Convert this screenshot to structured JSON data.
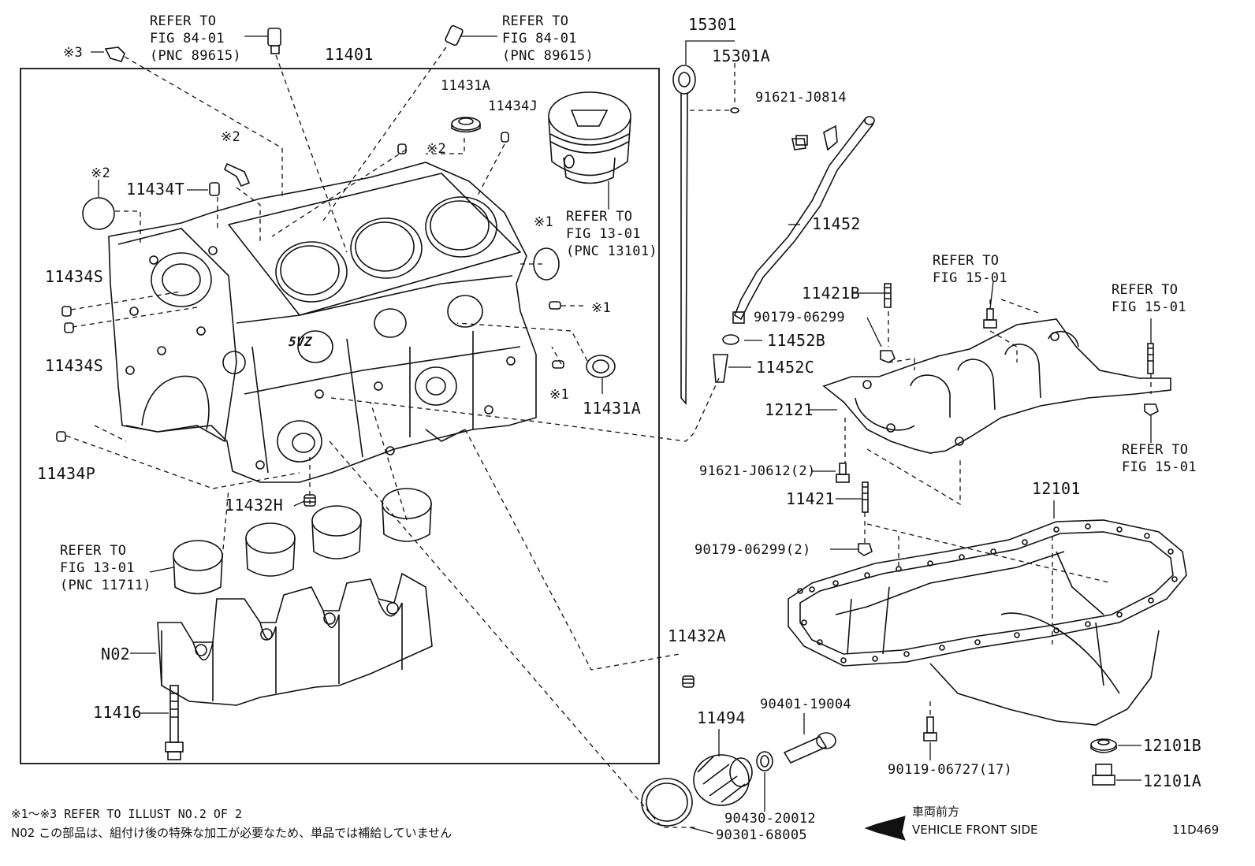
{
  "diagram": {
    "code": "11D469",
    "labels": {
      "refer_84_a": "REFER TO\nFIG 84-01\n(PNC 89615)",
      "refer_84_b": "REFER TO\nFIG 84-01\n(PNC 89615)",
      "mark3": "※3",
      "p11401": "11401",
      "p11431A_top": "11431A",
      "p11434J": "11434J",
      "mark2_a": "※2",
      "mark2_b": "※2",
      "mark2_c": "※2",
      "p11434T": "11434T",
      "refer_13_piston": "REFER TO\nFIG 13-01\n(PNC 13101)",
      "mark1_a": "※1",
      "mark1_b": "※1",
      "mark1_c": "※1",
      "p11434S_a": "11434S",
      "p11434S_b": "11434S",
      "p11431A_right": "11431A",
      "p11434P": "11434P",
      "p11432H": "11432H",
      "refer_13_bearing": "REFER TO\nFIG 13-01\n(PNC 11711)",
      "pN02": "N02",
      "p11416": "11416",
      "p15301": "15301",
      "p15301A": "15301A",
      "p91621_J0814": "91621-J0814",
      "p11452": "11452",
      "refer_15_a": "REFER TO\nFIG 15-01",
      "refer_15_b": "REFER TO\nFIG 15-01",
      "refer_15_c": "REFER TO\nFIG 15-01",
      "p11421B": "11421B",
      "p90179_06299": "90179-06299",
      "p11452B": "11452B",
      "p11452C": "11452C",
      "p12121": "12121",
      "p91621_J0612": "91621-J0612(2)",
      "p11421": "11421",
      "p12101": "12101",
      "p90179_06299_2": "90179-06299(2)",
      "p11432A": "11432A",
      "p90401_19004": "90401-19004",
      "p11494": "11494",
      "p90430_20012": "90430-20012",
      "p90301_68005": "90301-68005",
      "p90119_06727": "90119-06727(17)",
      "p12101B": "12101B",
      "p12101A": "12101A",
      "engine_mark": "5VZ"
    },
    "notes": {
      "note1": "※1～※3 REFER TO ILLUST NO.2 OF 2",
      "note2": "N02 この部品は、組付け後の特殊な加工が必要なため、単品では補給していません",
      "front_jp": "車両前方",
      "front_en": "VEHICLE FRONT SIDE"
    }
  }
}
